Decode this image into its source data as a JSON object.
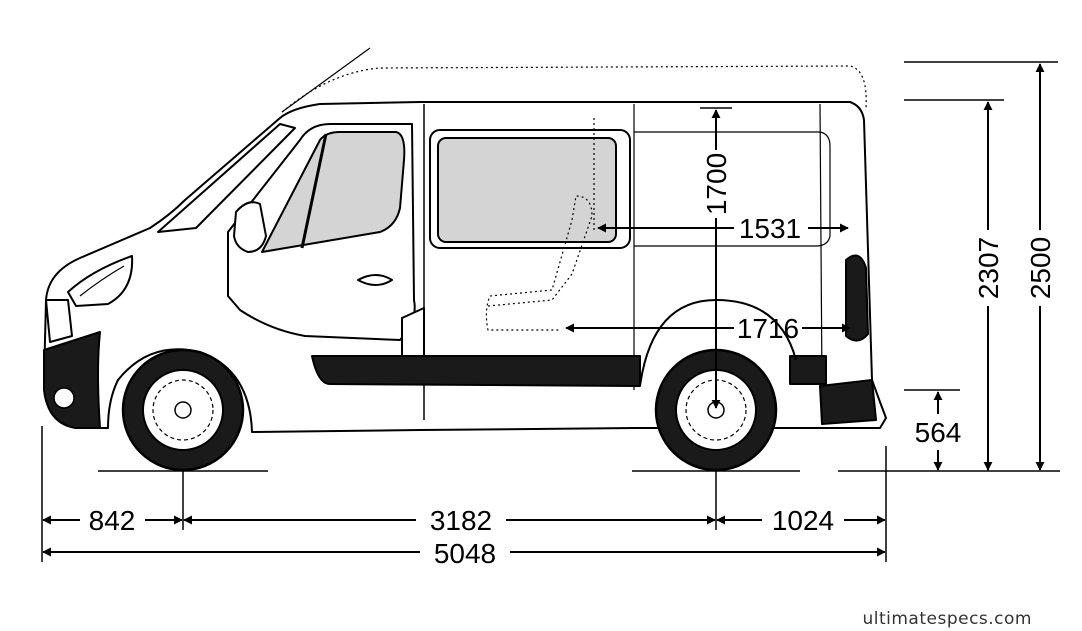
{
  "dimensions": {
    "front_overhang": "842",
    "wheelbase": "3182",
    "rear_overhang": "1024",
    "overall_length": "5048",
    "cargo_height": "1700",
    "cargo_length_upper": "1531",
    "cargo_length_floor": "1716",
    "height_standard": "2307",
    "height_high_roof": "2500",
    "load_sill_height": "564"
  },
  "watermark": "ultimatespecs.com",
  "colors": {
    "line": "#000000",
    "window_fill": "#d4d4d4",
    "bumper_fill": "#1a1a1a",
    "background": "#ffffff"
  }
}
